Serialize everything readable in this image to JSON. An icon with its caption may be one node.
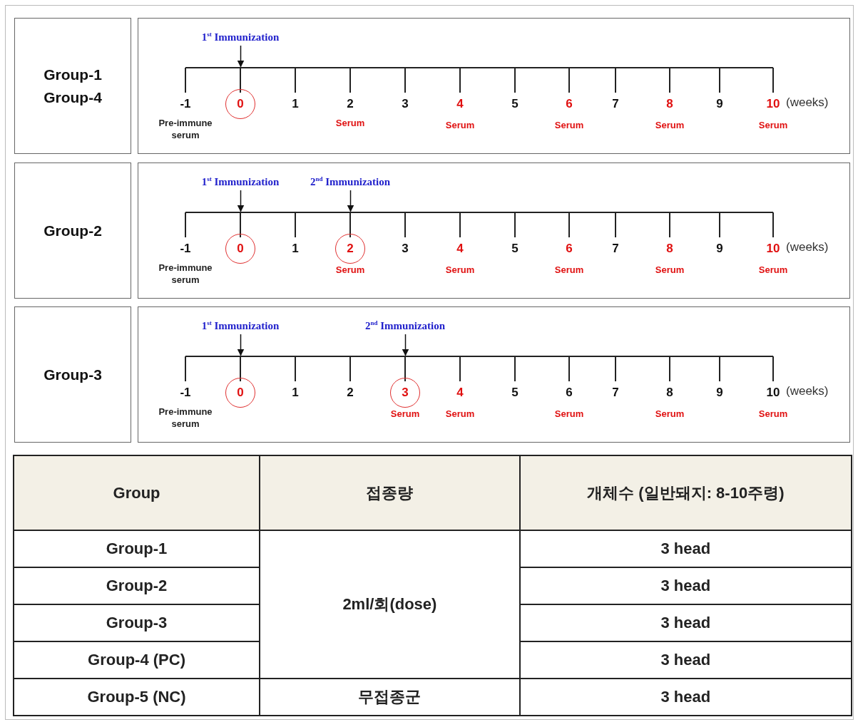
{
  "diagram": {
    "nodes": [
      {
        "text": [
          "Group-1",
          "Group-4"
        ]
      },
      {
        "text": [],
        "shape": "box"
      },
      {
        "text": [
          "1$^{st}$ Immunization"
        ],
        "in": 1
      },
      {
        "text": [
          "0"
        ],
        "in": 1
      },
      {
        "text": [
          "Group-2"
        ]
      },
      {
        "text": [],
        "shape": "box"
      },
      {
        "text": [
          "1$^{st}$ Immunization"
        ],
        "in": 5
      },
      {
        "text": [
          "2$^{nd}$ Immunization"
        ],
        "in": 5
      },
      {
        "text": [
          "0"
        ],
        "in": 5
      },
      {
        "text": [
          "2"
        ],
        "in": 5
      },
      {
        "text": [
          "Group-3"
        ]
      },
      {
        "text": [],
        "shape": "box"
      },
      {
        "text": [
          "1$^{st}$ Immunization"
        ],
        "in": 11
      },
      {
        "text": [
          "2$^{nd}$ Immunization"
        ],
        "in": 11
      },
      {
        "text": [
          "0"
        ],
        "in": 11
      },
      {
        "text": [
          "3"
        ],
        "in": 11
      }
    ],
    "edges": [
      {
        "from": 2,
        "to": null,
        "arrow": "to"
      },
      {
        "from": 6,
        "to": null,
        "arrow": "to"
      },
      {
        "from": 7,
        "to": null,
        "arrow": "to"
      },
      {
        "from": 12,
        "to": null,
        "arrow": "to"
      },
      {
        "from": 13,
        "to": null,
        "arrow": "to"
      }
    ],
    "labels": [
      "-1",
      "1",
      "2",
      "3",
      "4",
      "5",
      "6",
      "7",
      "8",
      "9",
      "10",
      "(weeks)",
      "Pre-immune serum",
      "Serum",
      "Serum",
      "Serum",
      "Serum",
      "Serum",
      "-1",
      "1",
      "3",
      "4",
      "5",
      "6",
      "7",
      "8",
      "9",
      "10",
      "(weeks)",
      "Pre-immune serum",
      "Serum",
      "Serum",
      "Serum",
      "Serum",
      "Serum",
      "-1",
      "1",
      "2",
      "4",
      "5",
      "6",
      "7",
      "8",
      "9",
      "10",
      "(weeks)",
      "Pre-immune serum",
      "Serum",
      "Serum",
      "Serum",
      "Serum",
      "Serum",
      "Group",
      "접종량",
      "개체수 (일반돼지: 8-10주령)",
      "Group-1",
      "2ml/회(dose)",
      "3 head",
      "Group-2",
      "3 head",
      "Group-3",
      "3 head",
      "Group-4 (PC)",
      "3 head",
      "Group-5 (NC)",
      "무접종군",
      "3 head"
    ]
  }
}
